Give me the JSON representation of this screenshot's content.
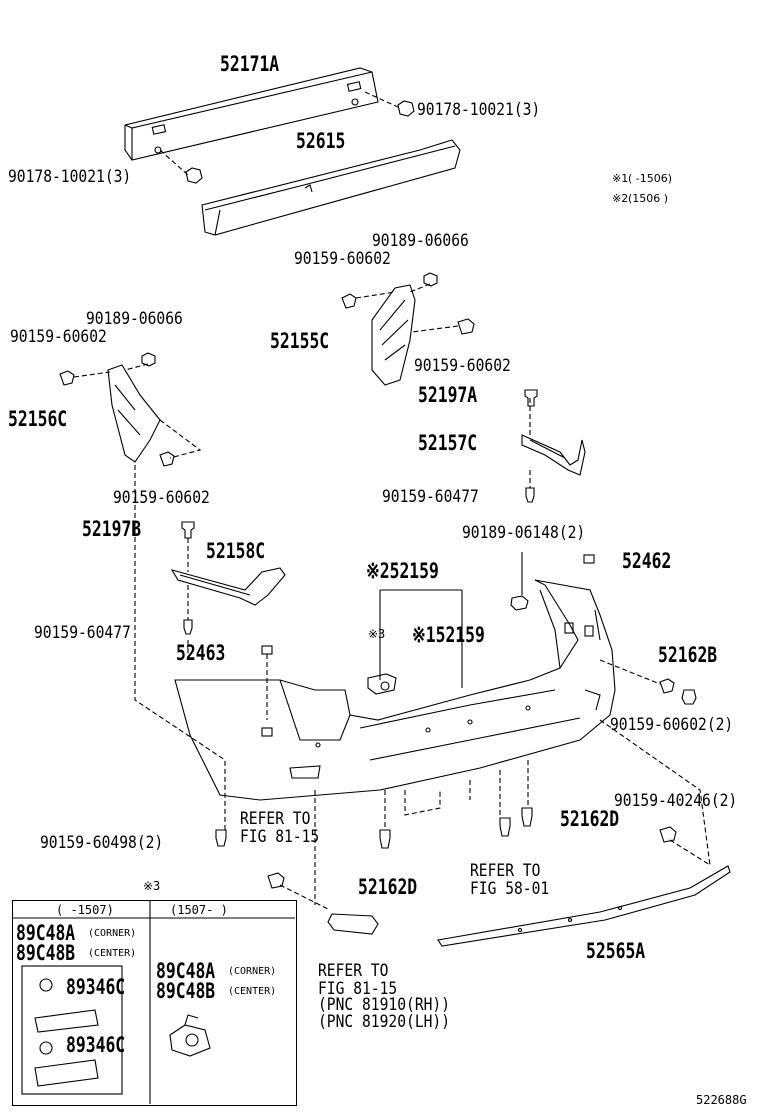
{
  "notes": {
    "n1_mark": "※1",
    "n1_range": "(      -1506)",
    "n2_mark": "※2",
    "n2_range": "(1506      )",
    "n3_mark": "※3"
  },
  "parts": {
    "p52171A": "52171A",
    "p90178_r": "90178-10021(3)",
    "p90178_l": "90178-10021(3)",
    "p52615": "52615",
    "p90189_r": "90189-06066",
    "p90159_r": "90159-60602",
    "p52155C": "52155C",
    "p90159_r2": "90159-60602",
    "p90189_l": "90189-06066",
    "p90159_l": "90159-60602",
    "p52156C": "52156C",
    "p90159_l2": "90159-60602",
    "p52197A": "52197A",
    "p52157C": "52157C",
    "p90159_60477_r": "90159-60477",
    "p52197B": "52197B",
    "p52158C": "52158C",
    "p90159_60477_l": "90159-60477",
    "p52463": "52463",
    "p52159_a": "※252159",
    "p52159_b_mark": "※3",
    "p52159_b": "※152159",
    "p90189_06148": "90189-06148(2)",
    "p52462": "52462",
    "p52162B": "52162B",
    "p90159_60602_2": "90159-60602(2)",
    "p90159_40246": "90159-40246(2)",
    "p52162D_r": "52162D",
    "p52162D_c": "52162D",
    "p90159_60498": "90159-60498(2)",
    "p52565A": "52565A"
  },
  "refs": {
    "ref_81_15_top_1": "REFER TO",
    "ref_81_15_top_2": "FIG 81-15",
    "ref_58_01_1": "REFER TO",
    "ref_58_01_2": "FIG 58-01",
    "ref_81_15_bot_1": "REFER TO",
    "ref_81_15_bot_2": "FIG 81-15",
    "ref_pnc_rh": "(PNC 81910(RH))",
    "ref_pnc_lh": "(PNC 81920(LH))"
  },
  "inset": {
    "col1_header": "(    -1507)",
    "col2_header": "(1507-    )",
    "a1": "89C48A",
    "a1_note": "(CORNER)",
    "b1": "89C48B",
    "b1_note": "(CENTER)",
    "a2": "89C48A",
    "a2_note": "(CORNER)",
    "b2": "89C48B",
    "b2_note": "(CENTER)",
    "c1": "89346C",
    "c2": "89346C"
  },
  "footer": {
    "code": "522688G"
  }
}
